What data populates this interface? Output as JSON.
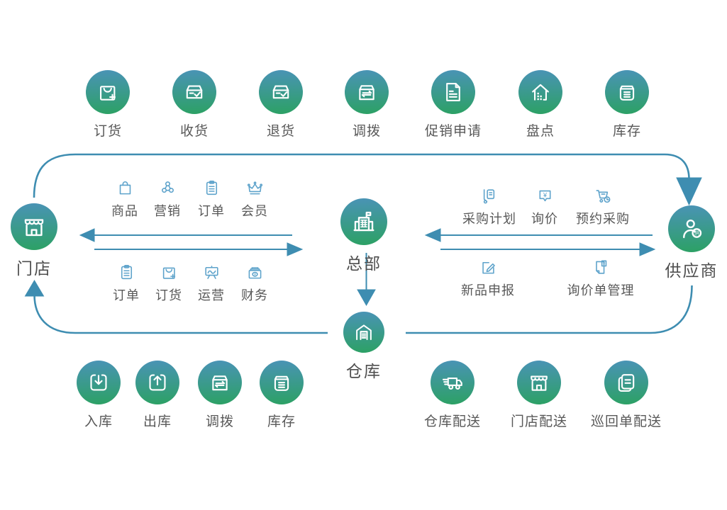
{
  "colors": {
    "gradient_top": "#4a93b6",
    "gradient_bottom": "#2ca164",
    "connector": "#3e8db1",
    "small_icon": "#5ea3cb",
    "label": "#585858"
  },
  "top_row": [
    {
      "label": "订货",
      "icon": "shopping-bag-plus-icon"
    },
    {
      "label": "收货",
      "icon": "box-check-icon"
    },
    {
      "label": "退货",
      "icon": "box-check-icon"
    },
    {
      "label": "调拨",
      "icon": "box-transfer-icon"
    },
    {
      "label": "促销申请",
      "icon": "document-icon"
    },
    {
      "label": "盘点",
      "icon": "building-inventory-icon"
    },
    {
      "label": "库存",
      "icon": "box-stock-icon"
    }
  ],
  "nodes": {
    "store": {
      "label": "门店",
      "icon": "storefront-icon"
    },
    "hq": {
      "label": "总部",
      "icon": "headquarters-icon"
    },
    "warehouse": {
      "label": "仓库",
      "icon": "warehouse-icon"
    },
    "supplier": {
      "label": "供应商",
      "icon": "supplier-person-icon",
      "badge": "供"
    }
  },
  "store_hq_flow": {
    "to_store_items": [
      {
        "label": "商品",
        "icon": "bag-icon"
      },
      {
        "label": "营销",
        "icon": "marketing-network-icon"
      },
      {
        "label": "订单",
        "icon": "clipboard-icon"
      },
      {
        "label": "会员",
        "icon": "crown-icon"
      }
    ],
    "to_hq_items": [
      {
        "label": "订单",
        "icon": "clipboard-icon"
      },
      {
        "label": "订货",
        "icon": "shopping-bag-plus-icon"
      },
      {
        "label": "运营",
        "icon": "operations-chart-icon"
      },
      {
        "label": "财务",
        "icon": "finance-cashbox-icon"
      }
    ]
  },
  "hq_supplier_flow": {
    "to_hq_items": [
      {
        "label": "采购计划",
        "icon": "trolley-list-icon"
      },
      {
        "label": "询价",
        "icon": "price-inquiry-icon"
      },
      {
        "label": "预约采购",
        "icon": "cart-clock-icon"
      }
    ],
    "to_supplier_items": [
      {
        "label": "新品申报",
        "icon": "pencil-edit-icon"
      },
      {
        "label": "询价单管理",
        "icon": "inquiry-doc-icon"
      }
    ]
  },
  "bottom_left_row": [
    {
      "label": "入库",
      "icon": "inbound-arrow-icon"
    },
    {
      "label": "出库",
      "icon": "outbound-arrow-icon"
    },
    {
      "label": "调拨",
      "icon": "box-transfer-icon"
    },
    {
      "label": "库存",
      "icon": "box-stock-icon"
    }
  ],
  "bottom_right_row": [
    {
      "label": "仓库配送",
      "icon": "delivery-truck-icon"
    },
    {
      "label": "门店配送",
      "icon": "storefront-icon"
    },
    {
      "label": "巡回单配送",
      "icon": "stacked-documents-icon"
    }
  ]
}
